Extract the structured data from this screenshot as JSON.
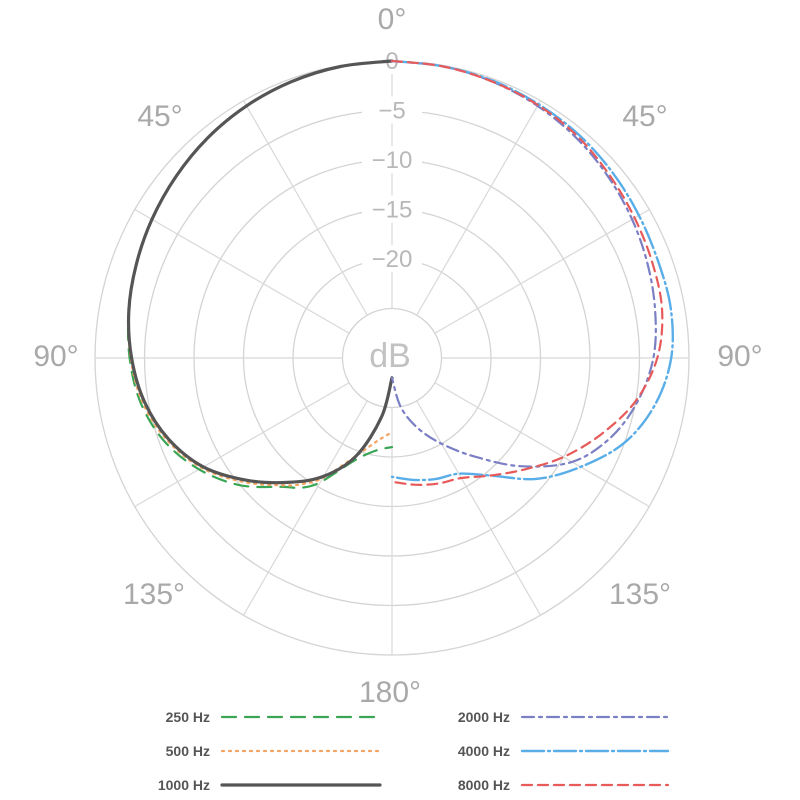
{
  "chart_data": {
    "type": "polar-line",
    "unit_label": "dB",
    "radial_ticks": [
      "0",
      "−5",
      "−10",
      "−15",
      "−20"
    ],
    "radial_values": [
      0,
      -5,
      -10,
      -15,
      -20
    ],
    "radial_range": [
      -30,
      0
    ],
    "angle_labels": [
      "0°",
      "45°",
      "45°",
      "90°",
      "90°",
      "135°",
      "135°",
      "180°"
    ],
    "grid": true,
    "legend_position": "bottom",
    "series": [
      {
        "name": "250 Hz",
        "color": "#3aa655",
        "dash": "14,9",
        "width": 2.2,
        "side": "left",
        "points": [
          [
            0,
            0
          ],
          [
            10,
            -0.1
          ],
          [
            20,
            -0.3
          ],
          [
            30,
            -0.6
          ],
          [
            40,
            -1
          ],
          [
            50,
            -1.5
          ],
          [
            60,
            -2
          ],
          [
            70,
            -2.5
          ],
          [
            80,
            -3
          ],
          [
            90,
            -3.5
          ],
          [
            100,
            -4.2
          ],
          [
            110,
            -5.5
          ],
          [
            120,
            -7.5
          ],
          [
            130,
            -10
          ],
          [
            140,
            -13
          ],
          [
            145,
            -14
          ],
          [
            150,
            -15.5
          ],
          [
            160,
            -19
          ],
          [
            170,
            -20.5
          ],
          [
            180,
            -21
          ]
        ]
      },
      {
        "name": "500 Hz",
        "color": "#f4a460",
        "dash": "2,5",
        "width": 2.2,
        "side": "left",
        "points": [
          [
            0,
            0
          ],
          [
            10,
            -0.1
          ],
          [
            20,
            -0.3
          ],
          [
            30,
            -0.6
          ],
          [
            40,
            -1
          ],
          [
            50,
            -1.5
          ],
          [
            60,
            -2
          ],
          [
            70,
            -2.5
          ],
          [
            80,
            -3
          ],
          [
            90,
            -3.6
          ],
          [
            100,
            -4.4
          ],
          [
            110,
            -5.8
          ],
          [
            120,
            -7.8
          ],
          [
            130,
            -10.5
          ],
          [
            140,
            -13.2
          ],
          [
            145,
            -14.5
          ],
          [
            150,
            -16
          ],
          [
            160,
            -19.5
          ],
          [
            170,
            -21.5
          ],
          [
            180,
            -22.5
          ]
        ]
      },
      {
        "name": "1000 Hz",
        "color": "#555555",
        "dash": "",
        "width": 3.2,
        "side": "left",
        "points": [
          [
            0,
            0
          ],
          [
            10,
            -0.1
          ],
          [
            20,
            -0.3
          ],
          [
            30,
            -0.6
          ],
          [
            40,
            -1
          ],
          [
            50,
            -1.5
          ],
          [
            60,
            -2
          ],
          [
            70,
            -2.5
          ],
          [
            80,
            -3
          ],
          [
            90,
            -3.7
          ],
          [
            100,
            -4.6
          ],
          [
            110,
            -6
          ],
          [
            120,
            -8
          ],
          [
            130,
            -10.8
          ],
          [
            140,
            -13.6
          ],
          [
            150,
            -16.2
          ],
          [
            160,
            -19.5
          ],
          [
            170,
            -24
          ],
          [
            180,
            -28
          ]
        ]
      },
      {
        "name": "2000 Hz",
        "color": "#7b7fc4",
        "dash": "12,5,3,5",
        "width": 2.2,
        "side": "right",
        "points": [
          [
            0,
            0
          ],
          [
            10,
            -0.1
          ],
          [
            20,
            -0.3
          ],
          [
            30,
            -0.6
          ],
          [
            40,
            -1
          ],
          [
            50,
            -1.5
          ],
          [
            60,
            -2
          ],
          [
            70,
            -2.5
          ],
          [
            80,
            -3
          ],
          [
            90,
            -3.6
          ],
          [
            100,
            -4.8
          ],
          [
            110,
            -6.5
          ],
          [
            120,
            -9
          ],
          [
            130,
            -13
          ],
          [
            140,
            -17
          ],
          [
            150,
            -20
          ],
          [
            160,
            -22.5
          ],
          [
            170,
            -25
          ],
          [
            180,
            -28
          ]
        ]
      },
      {
        "name": "4000 Hz",
        "color": "#5aaee8",
        "dash": "22,4,2,4",
        "width": 2.4,
        "side": "right",
        "points": [
          [
            0,
            0
          ],
          [
            10,
            -0.1
          ],
          [
            20,
            -0.2
          ],
          [
            30,
            -0.4
          ],
          [
            40,
            -0.6
          ],
          [
            50,
            -0.9
          ],
          [
            60,
            -1.2
          ],
          [
            70,
            -1.4
          ],
          [
            80,
            -1.4
          ],
          [
            90,
            -1.8
          ],
          [
            100,
            -3
          ],
          [
            110,
            -5
          ],
          [
            120,
            -8
          ],
          [
            130,
            -11
          ],
          [
            140,
            -14.5
          ],
          [
            150,
            -16.5
          ],
          [
            160,
            -17
          ],
          [
            170,
            -17.5
          ],
          [
            180,
            -18
          ]
        ]
      },
      {
        "name": "8000 Hz",
        "color": "#e85a5a",
        "dash": "10,6",
        "width": 2.2,
        "side": "right",
        "points": [
          [
            0,
            0
          ],
          [
            10,
            -0.1
          ],
          [
            20,
            -0.3
          ],
          [
            30,
            -0.5
          ],
          [
            40,
            -0.8
          ],
          [
            50,
            -1.3
          ],
          [
            60,
            -1.7
          ],
          [
            70,
            -2
          ],
          [
            80,
            -2.3
          ],
          [
            90,
            -3.2
          ],
          [
            100,
            -5
          ],
          [
            110,
            -7.5
          ],
          [
            120,
            -10
          ],
          [
            130,
            -12.5
          ],
          [
            140,
            -14.5
          ],
          [
            150,
            -16
          ],
          [
            160,
            -16.5
          ],
          [
            170,
            -17
          ],
          [
            180,
            -17.5
          ]
        ]
      }
    ]
  }
}
